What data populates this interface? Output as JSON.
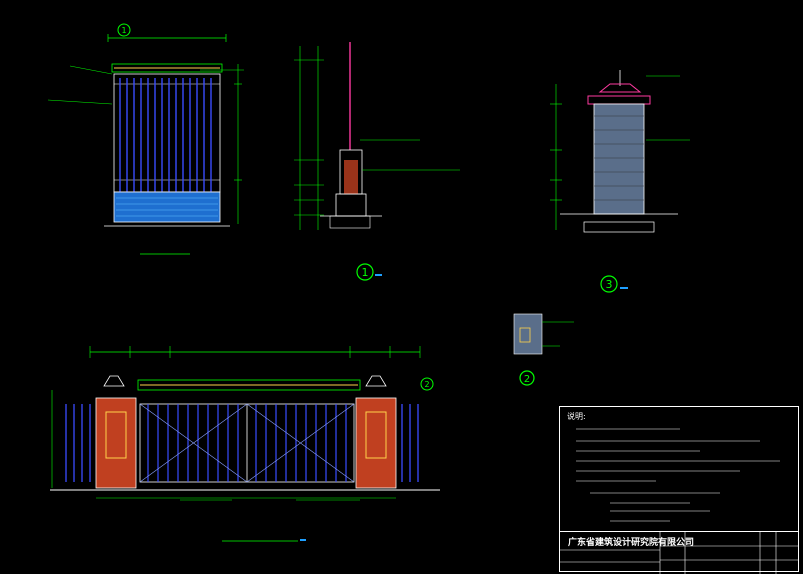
{
  "labels": {
    "marker_1": "1",
    "marker_2": "2",
    "marker_3": "3",
    "marker_top_fence": "1",
    "marker_elevation": "2"
  },
  "title_block": {
    "notes_title": "说明:",
    "company": "广东省建筑设计研究院有限公司"
  },
  "colors": {
    "background": "#000000",
    "line_white": "#ffffff",
    "dim_green": "#00ff00",
    "fence_blue": "#3a4cff",
    "brick_red": "#c04020",
    "pier_yellow": "#ffd24a",
    "water_cyan": "#1e9fff",
    "accent_magenta": "#ff3aa0"
  }
}
